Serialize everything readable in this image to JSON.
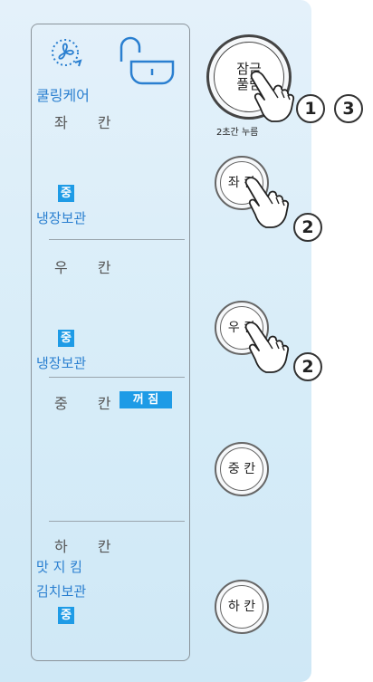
{
  "display": {
    "cooling_care": "쿨링케어",
    "left_zone": "좌 칸",
    "left_level": "중",
    "left_mode": "냉장보관",
    "right_zone": "우 칸",
    "right_level": "중",
    "right_mode": "냉장보관",
    "middle_zone": "중 칸",
    "middle_status": "꺼 짐",
    "bottom_zone": "하 칸",
    "bottom_mode1": "맛 지 킴",
    "bottom_mode2": "김치보관",
    "bottom_level": "중"
  },
  "buttons": {
    "lock_line1": "잠금",
    "lock_line2": "풀림",
    "lock_caption": "2초간 누름",
    "left": "좌 칸",
    "right": "우 칸",
    "middle": "중 칸",
    "bottom": "하 칸"
  },
  "steps": {
    "one": "1",
    "two_a": "2",
    "two_b": "2",
    "three": "3"
  },
  "icons": {
    "cooling": "fan-rotate-icon",
    "lock": "unlocked-padlock-icon",
    "hand": "pointing-hand-icon"
  },
  "colors": {
    "accent": "#1e9be6",
    "label_blue": "#2a7fd0",
    "panel": "#d6ecf8"
  }
}
